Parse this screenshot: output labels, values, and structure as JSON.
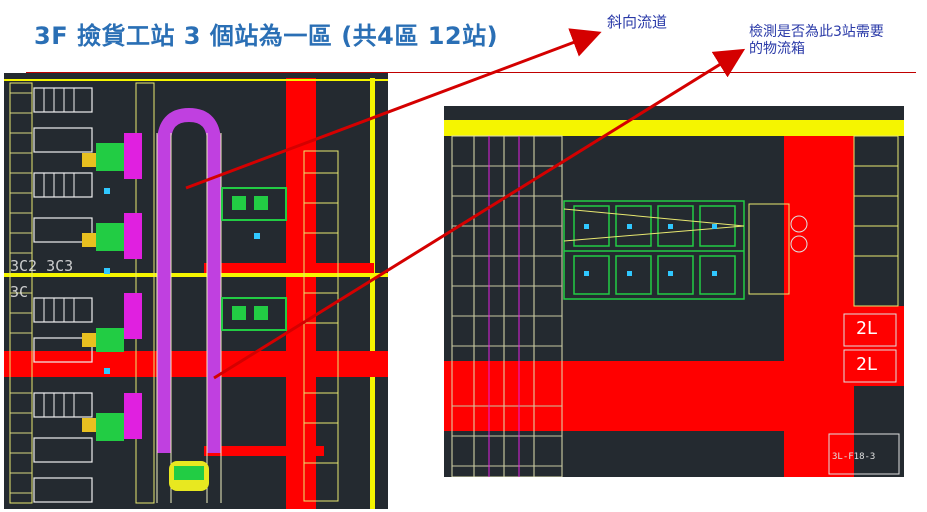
{
  "slide": {
    "title": "3F 撿貨工站 3 個站為一區 (共4區 12站)",
    "annotation_chute": "斜向流道",
    "annotation_sensor_line1": "檢測是否為此3站需要",
    "annotation_sensor_line2": "的物流箱"
  },
  "drawing_left": {
    "labels": [
      "3C2 3C3",
      "3C"
    ]
  },
  "drawing_right": {
    "labels": [
      "2L",
      "2L",
      "3L-F18-3"
    ]
  },
  "colors": {
    "title": "#2a6fb5",
    "annotation": "#2a3aa8",
    "arrow": "#d40000",
    "cad_background": "#242a30",
    "highlight_red": "#ff0000",
    "highlight_yellow": "#f5f500",
    "purple_conveyor": "#c040e0"
  }
}
